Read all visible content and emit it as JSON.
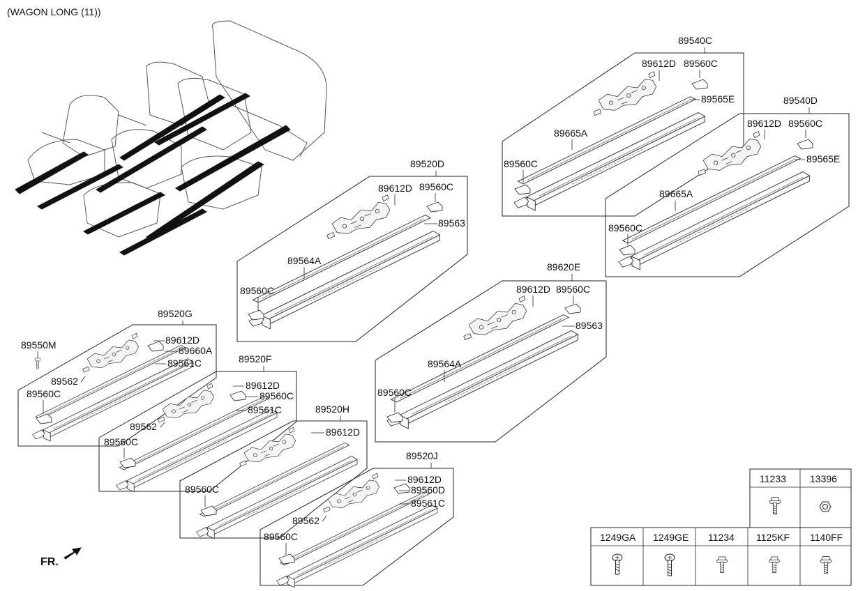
{
  "header": {
    "title": "(WAGON LONG (11))"
  },
  "fr_label": "FR.",
  "groups": [
    {
      "id": "89540C",
      "parts": [
        "89612D",
        "89560C",
        "89565E",
        "89665A",
        "89560C"
      ]
    },
    {
      "id": "89540D",
      "parts": [
        "89612D",
        "89560C",
        "89565E",
        "89665A",
        "89560C"
      ]
    },
    {
      "id": "89520D",
      "parts": [
        "89612D",
        "89560C",
        "89563",
        "89564A",
        "89560C"
      ]
    },
    {
      "id": "89620E",
      "parts": [
        "89612D",
        "89560C",
        "89563",
        "89564A",
        "89560C"
      ]
    },
    {
      "id": "89520G",
      "parts": [
        "89612D",
        "89660A",
        "89561C",
        "89562",
        "89560C"
      ]
    },
    {
      "id": "89520F",
      "parts": [
        "89612D",
        "89560C",
        "89561C",
        "89562",
        "89560C"
      ]
    },
    {
      "id": "89520H",
      "parts": [
        "89612D",
        "89560C"
      ]
    },
    {
      "id": "89520J",
      "parts": [
        "89612D",
        "89560D",
        "89561C",
        "89562",
        "89560C"
      ]
    }
  ],
  "standalone": {
    "bolt_label": "89550M"
  },
  "fasteners": {
    "top_row": [
      "11233",
      "13396"
    ],
    "bottom_row": [
      "1249GA",
      "1249GE",
      "11234",
      "1125KF",
      "1140FF"
    ]
  }
}
